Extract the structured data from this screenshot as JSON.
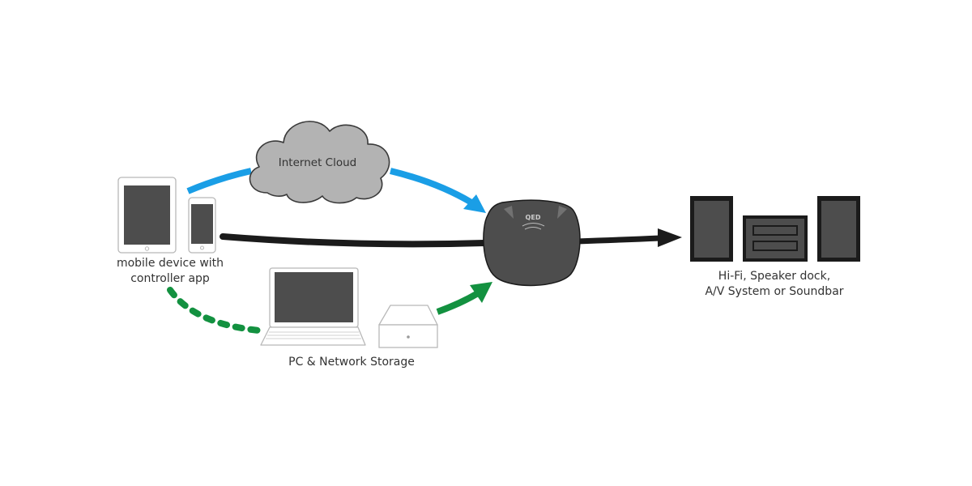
{
  "labels": {
    "cloud": "Internet Cloud",
    "mobile_line1": "mobile device with",
    "mobile_line2": "controller app",
    "pc_storage": "PC & Network Storage",
    "hifi_line1": "Hi-Fi, Speaker dock,",
    "hifi_line2": "A/V System or Soundbar",
    "hub_logo": "QED"
  },
  "colors": {
    "internet_arrow": "#1a9ee6",
    "control_arrow": "#1b1b1b",
    "network_arrow": "#139140",
    "device_fill": "#4d4d4d",
    "cloud_fill": "#b3b3b3",
    "outline_light": "#b8b8b8"
  },
  "connections": [
    {
      "from": "mobile device",
      "to": "hub",
      "via": "Internet Cloud",
      "style": "solid-blue"
    },
    {
      "from": "mobile device",
      "to": "hub",
      "style": "solid-black"
    },
    {
      "from": "mobile device",
      "to": "PC",
      "style": "dotted-green"
    },
    {
      "from": "Network Storage",
      "to": "hub",
      "style": "solid-green"
    },
    {
      "from": "hub",
      "to": "Hi-Fi",
      "style": "solid-black"
    }
  ]
}
